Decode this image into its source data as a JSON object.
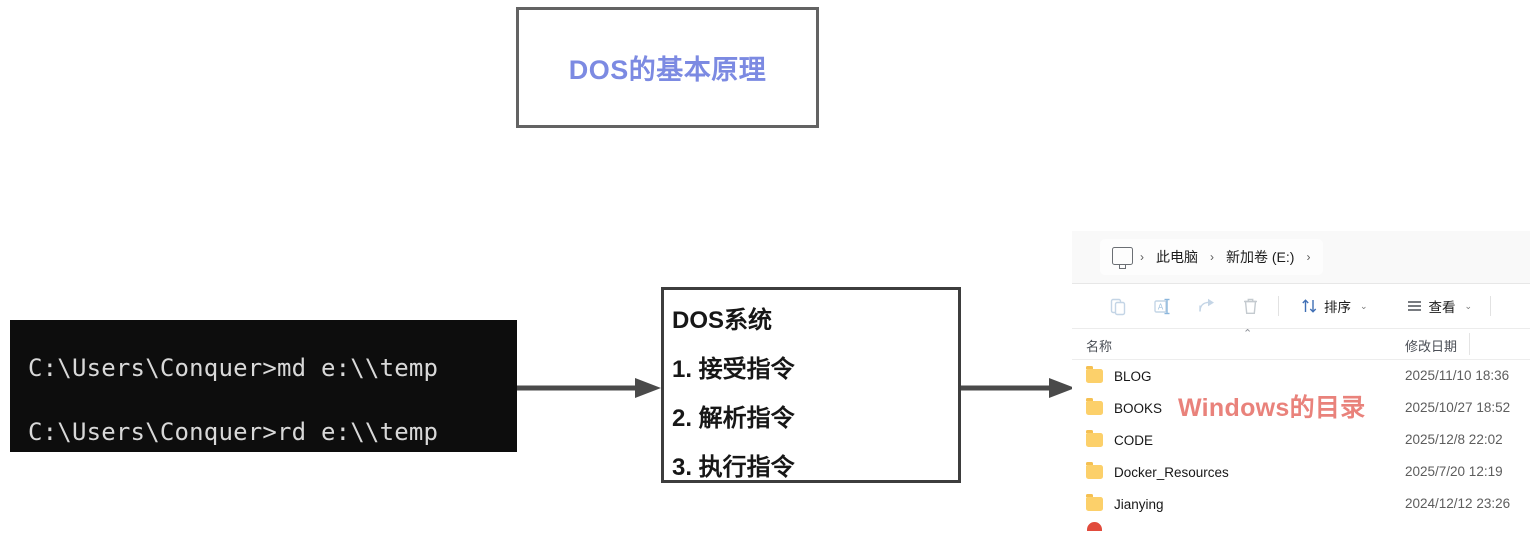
{
  "title_box": {
    "text": "DOS的基本原理",
    "color": "#7c8ae2",
    "border_color": "#636363"
  },
  "terminal": {
    "lines": [
      "C:\\Users\\Conquer>md e:\\\\temp",
      "C:\\Users\\Conquer>rd e:\\\\temp"
    ],
    "background": "#0d0d0d",
    "text_color": "#d8d8d8"
  },
  "arrows": [
    {
      "name": "arrow-terminal-to-dos"
    },
    {
      "name": "arrow-dos-to-explorer"
    }
  ],
  "dos_box": {
    "heading": "DOS系统",
    "steps": [
      "1. 接受指令",
      "2. 解析指令",
      "3. 执行指令"
    ],
    "border_color": "#3d3d3d"
  },
  "explorer": {
    "breadcrumb": {
      "home_icon": "monitor-icon",
      "items": [
        "此电脑",
        "新加卷 (E:)"
      ],
      "separator": "›"
    },
    "toolbar": {
      "icons": [
        "paste-icon",
        "rename-icon",
        "share-icon",
        "delete-icon"
      ],
      "sort_icon": "sort-arrows-icon",
      "sort_label": "排序",
      "view_icon": "view-lines-icon",
      "view_label": "查看",
      "chevron": "⌄"
    },
    "columns": {
      "name": "名称",
      "date": "修改日期",
      "sort_caret": "⌃"
    },
    "rows": [
      {
        "icon": "folder-icon",
        "name": "BLOG",
        "date": "2025/11/10 18:36"
      },
      {
        "icon": "folder-icon",
        "name": "BOOKS",
        "date": "2025/10/27 18:52"
      },
      {
        "icon": "folder-icon",
        "name": "CODE",
        "date": "2025/12/8 22:02"
      },
      {
        "icon": "folder-icon",
        "name": "Docker_Resources",
        "date": "2025/7/20 12:19"
      },
      {
        "icon": "folder-icon",
        "name": "Jianying",
        "date": "2024/12/12 23:26"
      }
    ]
  },
  "watermark": {
    "text": "Windows的目录",
    "color": "#e9827b"
  }
}
